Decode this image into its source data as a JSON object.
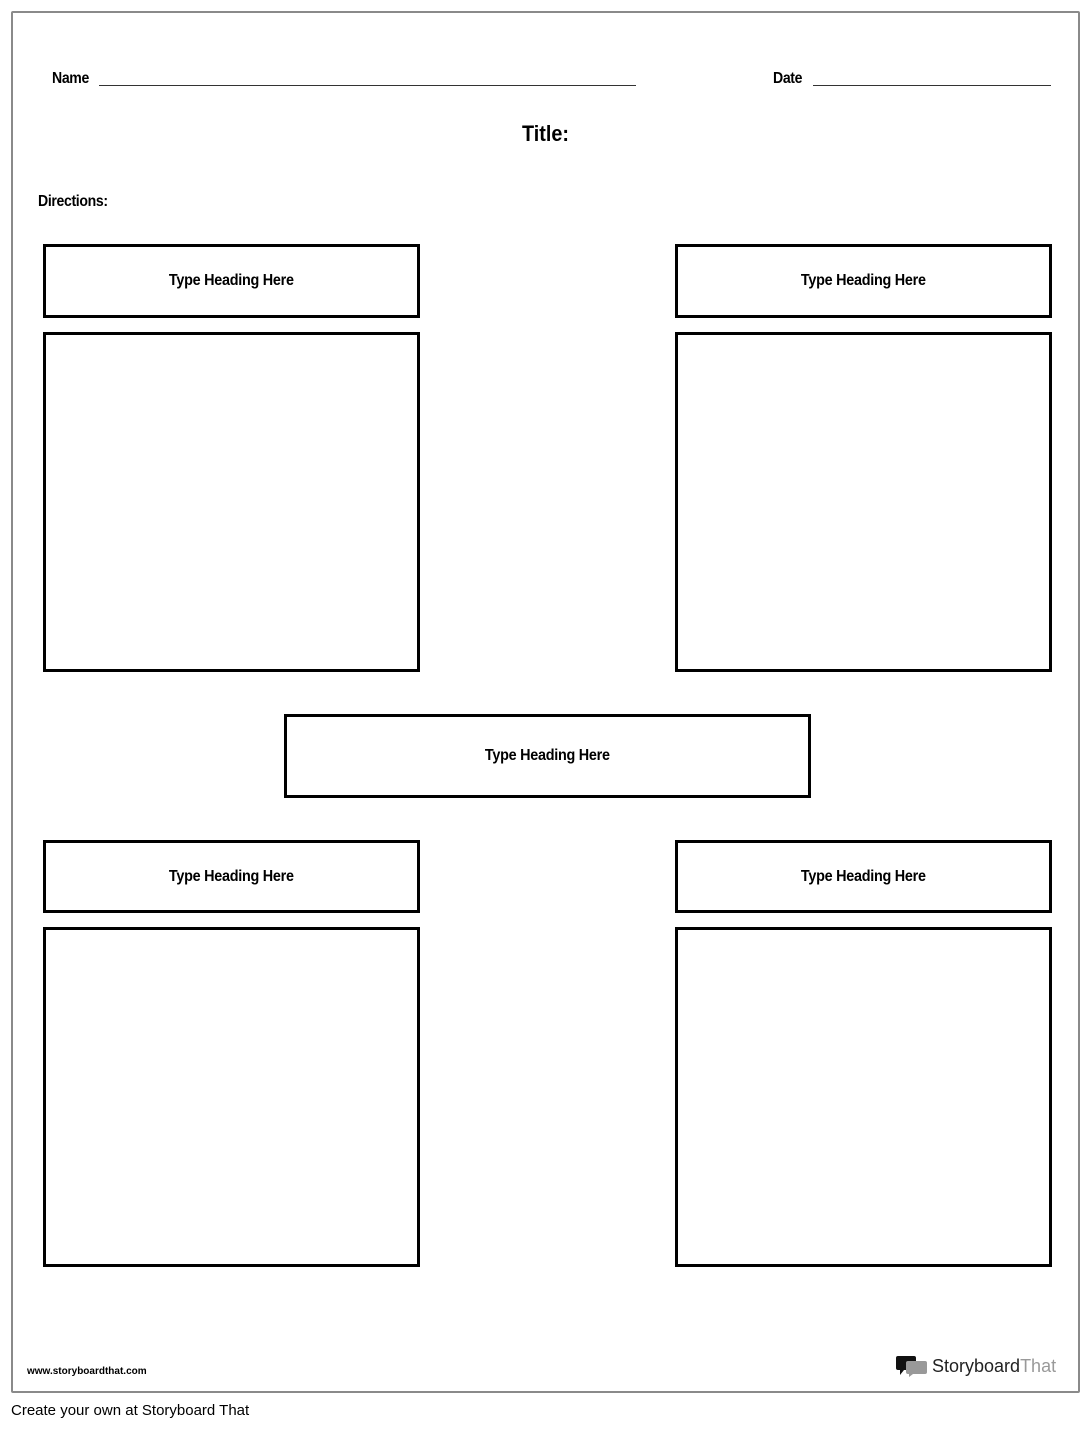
{
  "header": {
    "name_label": "Name",
    "date_label": "Date",
    "title_label": "Title:",
    "directions_label": "Directions:"
  },
  "boxes": {
    "top_left_heading": "Type Heading Here",
    "top_right_heading": "Type Heading Here",
    "center_heading": "Type Heading Here",
    "bottom_left_heading": "Type Heading Here",
    "bottom_right_heading": "Type Heading Here"
  },
  "footer": {
    "url": "www.storyboardthat.com",
    "logo_main": "Storyboard",
    "logo_accent": "That",
    "cta": "Create your own at Storyboard That"
  }
}
